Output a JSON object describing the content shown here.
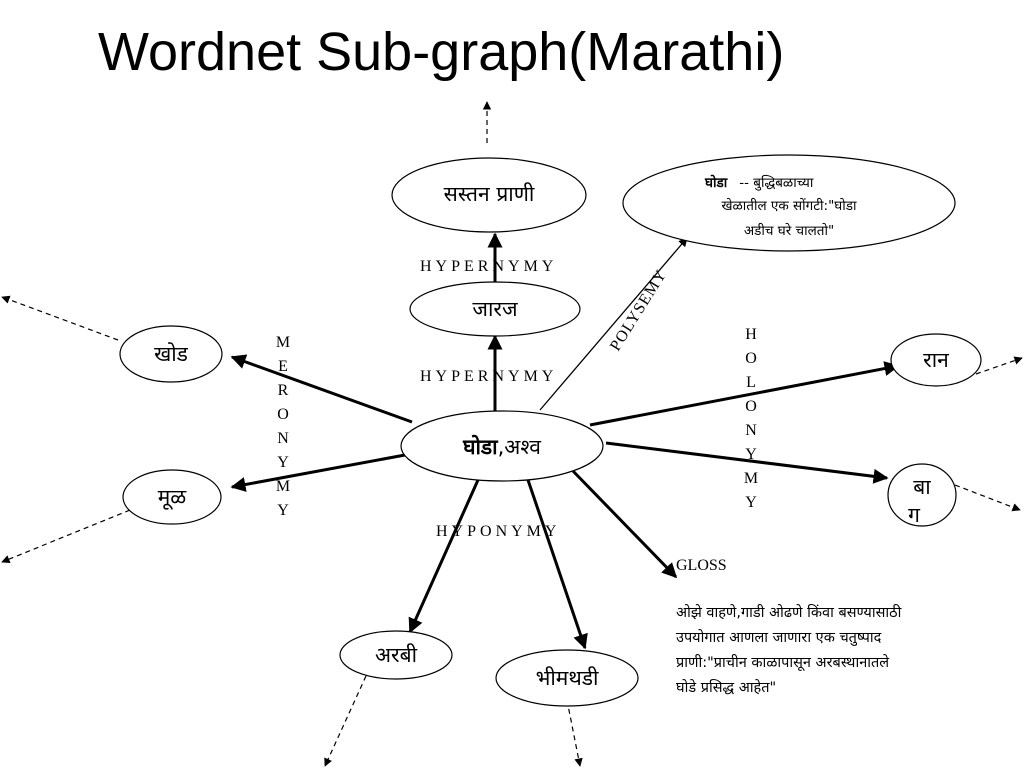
{
  "title": "Wordnet Sub-graph(Marathi)",
  "nodes": {
    "center_word": "घोडा",
    "center_rest": ",अश्व",
    "mammal": "सस्तन प्राणी",
    "jaraj": "जारज",
    "khod": "खोड",
    "mool": "मूळ",
    "arbi": "अरबी",
    "bheemthadi": "भीमथडी",
    "raan": "रान",
    "baag_line1": "बा",
    "baag_line2": "ग"
  },
  "polysemy_node": {
    "word": "घोडा",
    "line1_rest": "--  बुद्धिबळाच्या",
    "line2": "खेळातील एक सोंगटी:\"घोडा",
    "line3": "अडीच घरे चालतो\""
  },
  "relations": {
    "hypernymy_top": "HYPERNYMY",
    "hypernymy_mid": "HYPERNYMY",
    "hyponymy": "HYPONYMY",
    "polysemy": "POLYSEMY",
    "meronymy_letters": [
      "M",
      "E",
      "R",
      "O",
      "N",
      "Y",
      "M",
      "Y"
    ],
    "holonymy_letters": [
      "H",
      "O",
      "L",
      "O",
      "N",
      "Y",
      "M",
      "Y"
    ],
    "gloss_label": "GLOSS"
  },
  "gloss_text": [
    "ओझे वाहणे,गाडी ओढणे किंवा बसण्यासाठी",
    "उपयोगात आणला जाणारा एक चतुष्पाद",
    "प्राणी:\"प्राचीन काळापासून अरबस्थानातले",
    "घोडे प्रसिद्ध आहेत\""
  ]
}
